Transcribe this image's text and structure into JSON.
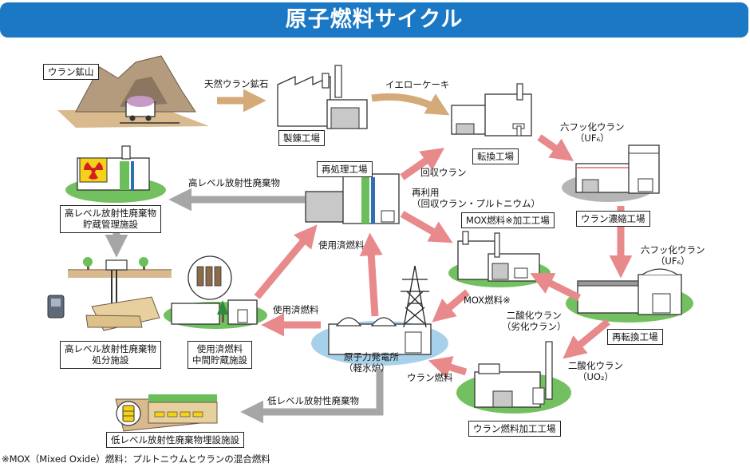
{
  "header": {
    "title": "原子燃料サイクル"
  },
  "facilities": {
    "uranium_mine": "ウラン鉱山",
    "refinery": "製錬工場",
    "conversion": "転換工場",
    "enrichment": "ウラン濃縮工場",
    "reconversion": "再転換工場",
    "fuel_fabrication": "ウラン燃料加工工場",
    "power_plant_line1": "原子力発電所",
    "power_plant_line2": "（軽水炉）",
    "reprocessing": "再処理工場",
    "mox_fabrication": "MOX燃料※加工工場",
    "hlw_storage_line1": "高レベル放射性廃棄物",
    "hlw_storage_line2": "貯蔵管理施設",
    "hlw_disposal_line1": "高レベル放射性廃棄物",
    "hlw_disposal_line2": "処分施設",
    "spent_storage_line1": "使用済燃料",
    "spent_storage_line2": "中間貯蔵施設",
    "llw_disposal": "低レベル放射性廃棄物埋設施設"
  },
  "flows": {
    "natural_uranium_ore": "天然ウラン鉱石",
    "yellowcake": "イエローケーキ",
    "uf6_line1": "六フッ化ウラン",
    "uf6_line2": "（UF₆）",
    "enriched_uf6_line1": "六フッ化ウラン",
    "enriched_uf6_line2": "（UF₆）",
    "uo2_line1": "二酸化ウラン",
    "uo2_line2": "（UO₂）",
    "depleted_uo2_line1": "二酸化ウラン",
    "depleted_uo2_line2": "（劣化ウラン）",
    "uranium_fuel": "ウラン燃料",
    "mox_fuel": "MOX燃料※",
    "spent_fuel_to_reprocessing": "使用済燃料",
    "spent_fuel_to_storage": "使用済燃料",
    "recovered_uranium": "回収ウラン",
    "reuse_line1": "再利用",
    "reuse_line2": "（回収ウラン・プルトニウム）",
    "hlw": "高レベル放射性廃棄物",
    "llw": "低レベル放射性廃棄物"
  },
  "footnote": "※MOX（Mixed Oxide）燃料：プルトニウムとウランの混合燃料",
  "colors": {
    "title_bar": "#1b78c4",
    "arrow_pink": "#e8898c",
    "arrow_gray": "#a6a6a6",
    "arrow_tan": "#d4aa78",
    "base_green": "#72c060",
    "base_gray": "#b5b5b5",
    "base_blue": "#a7d1ea",
    "mountain_brown": "#b49b7d",
    "ground_tan": "#d9b98e",
    "building_gray": "#c8c8c8",
    "building_white": "#ffffff",
    "stripe_blue": "#2f6fb4",
    "stripe_green": "#6bbf5b",
    "radiation_red": "#d41f1f",
    "radiation_yellow": "#f4d21a"
  },
  "icons": [
    "radiation-trefoil-icon",
    "power-pylon-icon",
    "tree-icon",
    "fuel-cask-icon",
    "waste-drum-icon",
    "mine-cart-icon"
  ]
}
